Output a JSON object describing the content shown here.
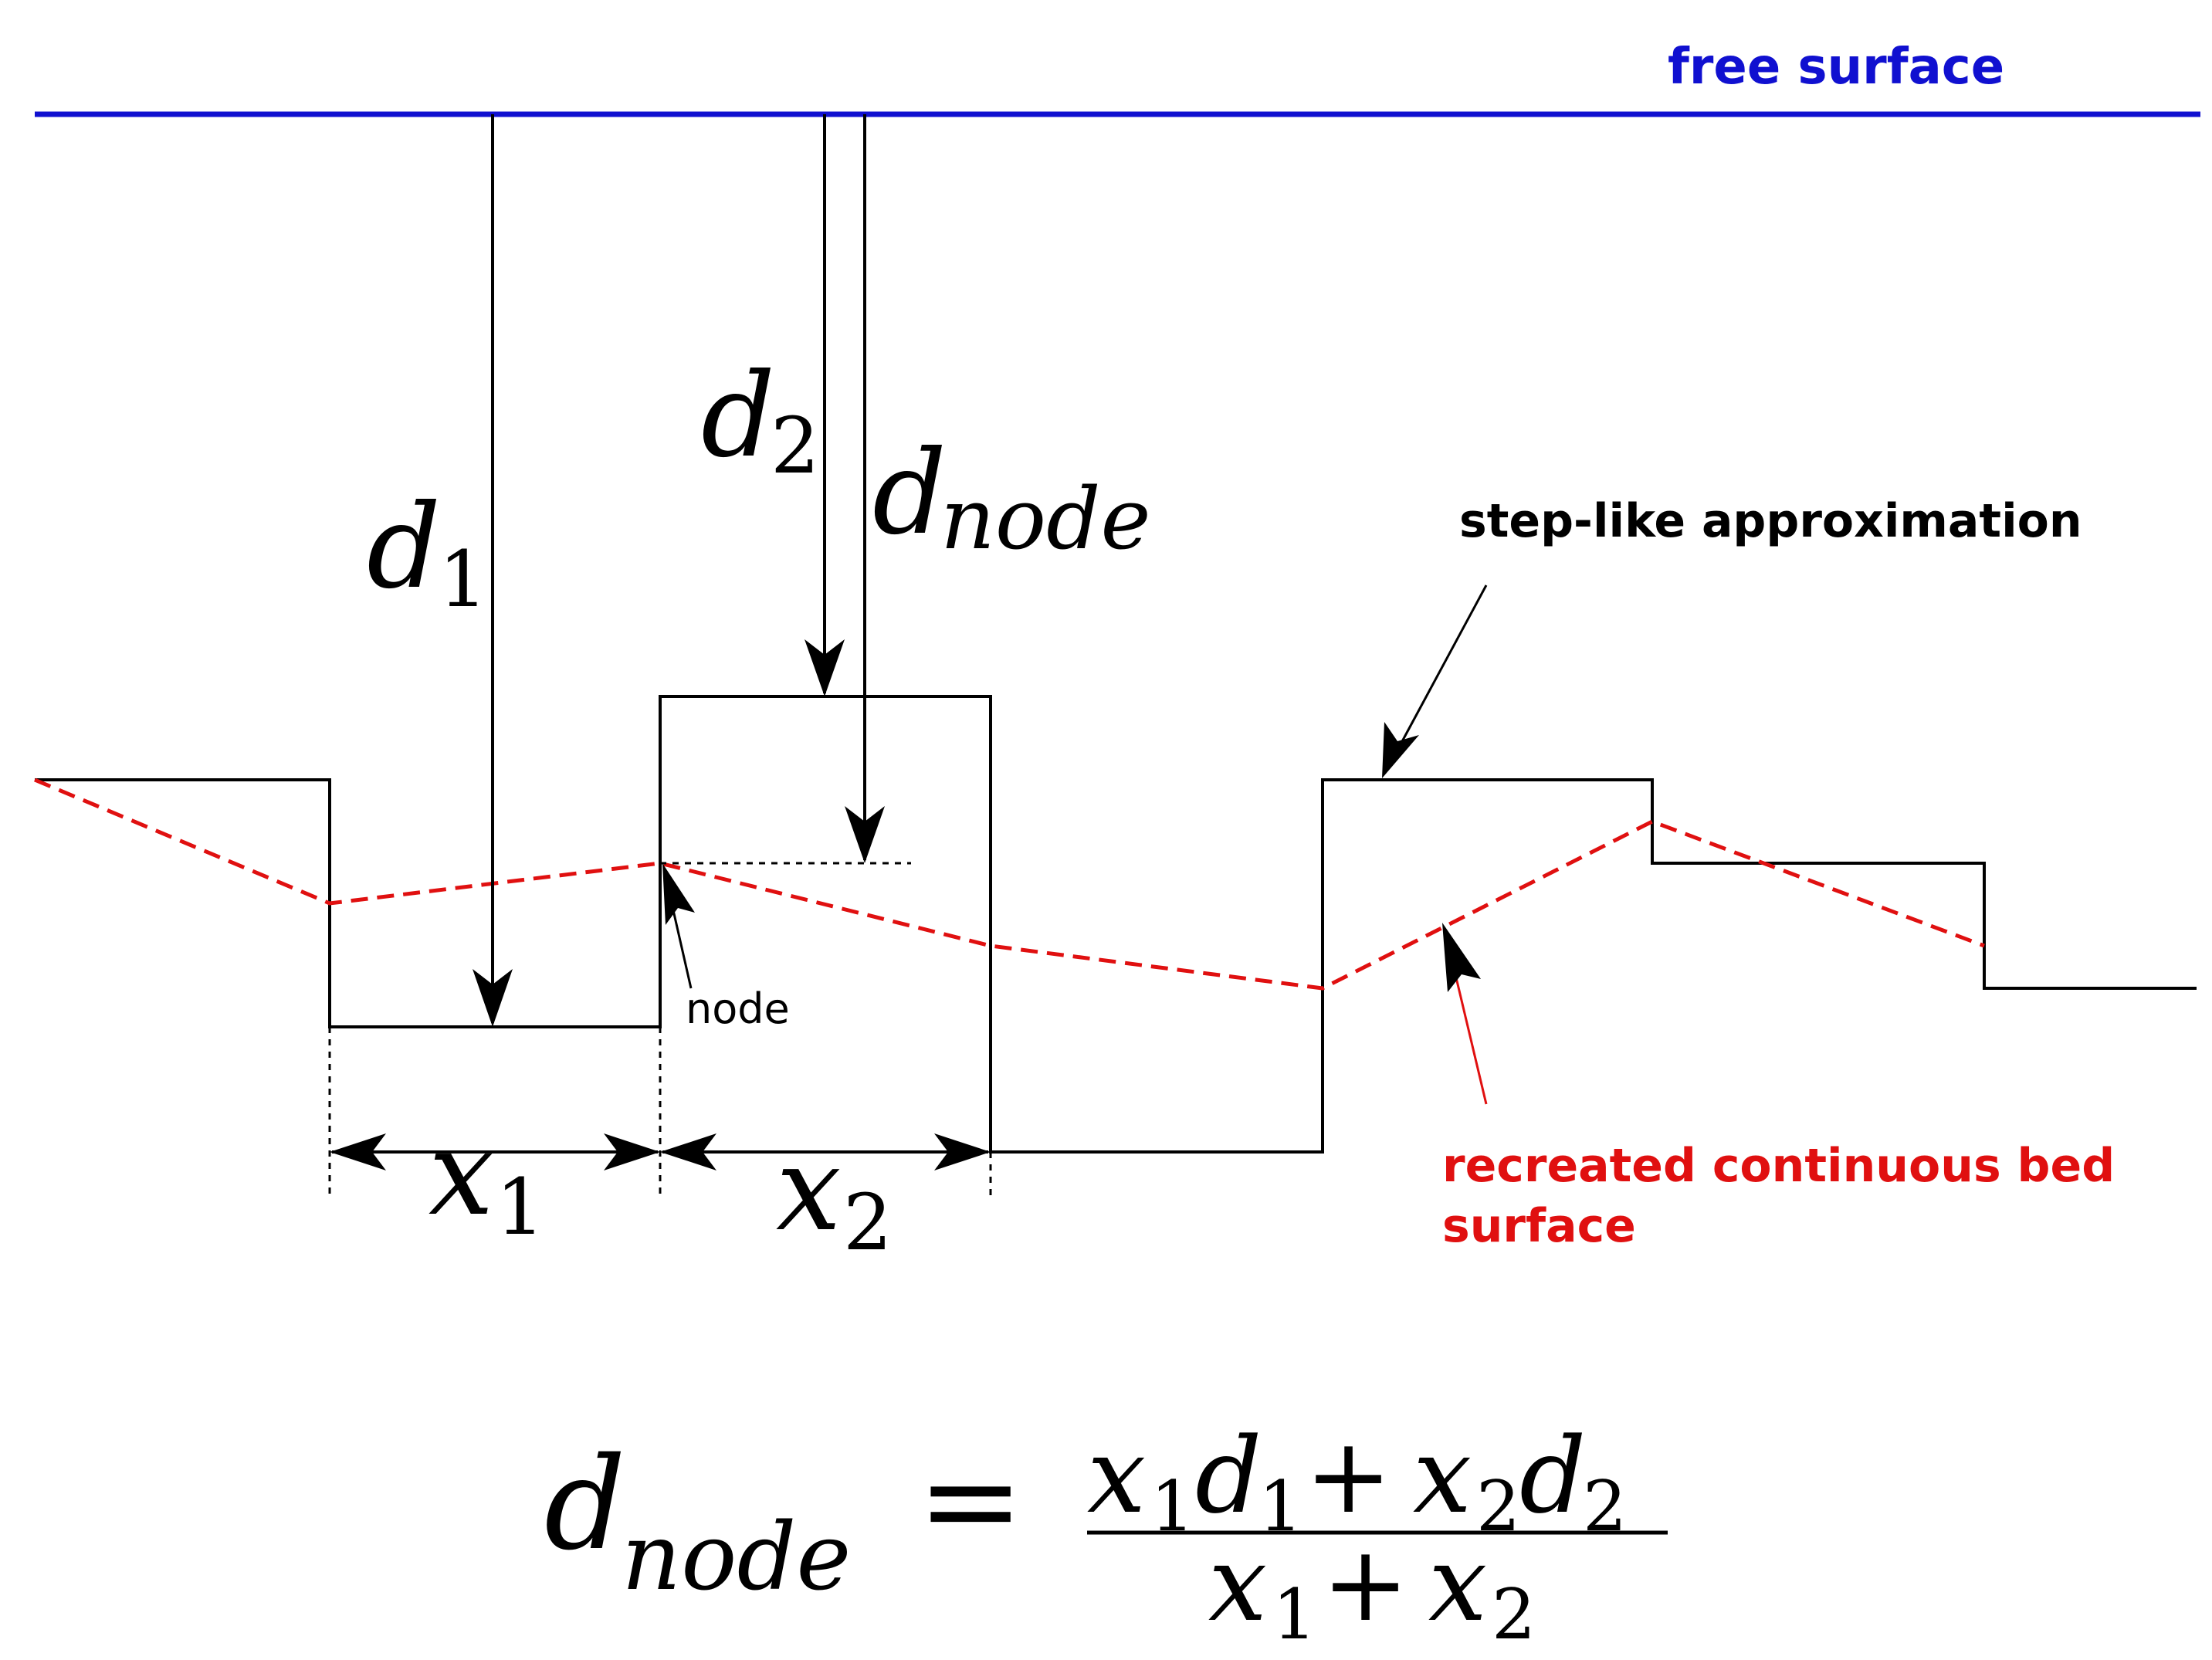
{
  "labels": {
    "free_surface": "free surface",
    "step_like": "step-like approximation",
    "recreated_line1": "recreated continuous bed",
    "recreated_line2": "surface",
    "node": "node"
  },
  "math": {
    "d_sym": "d",
    "x_sym": "x",
    "node_sub": "node",
    "one": "1",
    "two": "2",
    "equals": "=",
    "plus": "+"
  },
  "colors": {
    "free_surface": "#1010d0",
    "bed_recreated": "#e01010",
    "structure": "#000000"
  }
}
